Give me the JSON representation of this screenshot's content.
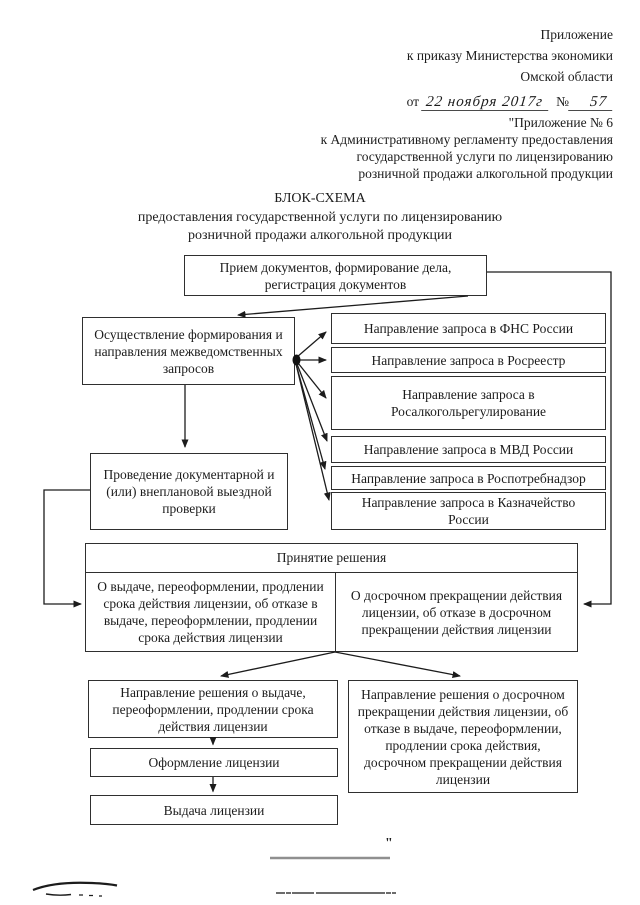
{
  "colors": {
    "ink": "#1c1c1c",
    "border": "#2f2f2f",
    "paper": "#ffffff"
  },
  "header": {
    "line1": "Приложение",
    "line2": "к приказу Министерства экономики",
    "line3": "Омской области",
    "date_prefix": "от",
    "date_value": "22 ноября 2017г",
    "number_prefix": "№",
    "number_value": "57"
  },
  "subheader": {
    "line1": "\"Приложение № 6",
    "line2": "к Административному регламенту предоставления",
    "line3": "государственной услуги по лицензированию",
    "line4": "розничной продажи алкогольной продукции"
  },
  "title": {
    "line1": "БЛОК-СХЕМА",
    "line2": "предоставления государственной услуги по лицензированию",
    "line3": "розничной продажи алкогольной продукции"
  },
  "flowchart": {
    "intake": "Прием документов, формирование дела, регистрация документов",
    "interagency": "Осуществление формирования и направления межведомственных запросов",
    "requests": [
      "Направление запроса в ФНС России",
      "Направление запроса в Росреестр",
      "Направление запроса в Росалкогольрегулирование",
      "Направление запроса в МВД России",
      "Направление запроса в Роспотребнадзор",
      "Направление запроса в Казначейство России"
    ],
    "inspection": "Проведение документарной и (или) внеплановой выездной проверки",
    "decision": {
      "header": "Принятие решения",
      "left": "О выдаче, переоформлении, продлении срока действия лицензии, об отказе в выдаче, переоформлении, продлении срока действия лицензии",
      "right": "О досрочном прекращении действия лицензии, об отказе в досрочном прекращении действия лицензии"
    },
    "send_left": "Направление решения о выдаче, переоформлении, продлении срока действия лицензии",
    "send_right": "Направление решения о досрочном прекращении действия лицензии, об отказе в выдаче, переоформлении, продлении срока действия, досрочном прекращении действия лицензии",
    "formalize": "Оформление лицензии",
    "issue": "Выдача лицензии"
  },
  "footer": {
    "closing_quote": "\""
  }
}
